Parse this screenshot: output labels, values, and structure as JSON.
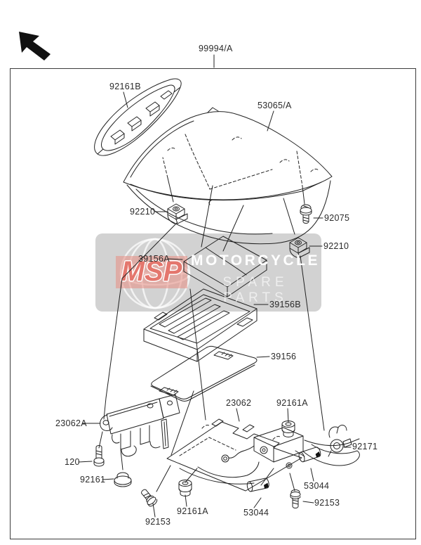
{
  "kit_label": "99994/A",
  "part_labels": {
    "pad_strip": "92161B",
    "cowl": "53065/A",
    "clip_nut_left": "92210",
    "screw_cowl": "92075",
    "clip_nut_right": "92210",
    "foam_pad": "39156A",
    "tray": "39156B",
    "mat": "39156",
    "plate": "23062",
    "grommet_top": "92161A",
    "bracket": "23062A",
    "clip": "92171",
    "bolt_small": "120",
    "bolt_flange": "92161",
    "screw_left": "92153",
    "grommet_bottom": "92161A",
    "collar_bottom": "53044",
    "collar_right": "53044",
    "screw_right": "92153"
  },
  "watermark": {
    "brand": "MSP",
    "line1": "MOTORCYCLE",
    "line2": "SPARE PARTS"
  },
  "icons": {
    "cursor_arrow": "arrow-up-left"
  },
  "colors": {
    "line": "#222222",
    "frame": "#3c3c3c",
    "band": "#d2d2d2",
    "brand_red": "#e4766d",
    "accent_soft": "#e78c82",
    "text": "#2b2b2b",
    "white": "#ffffff"
  }
}
